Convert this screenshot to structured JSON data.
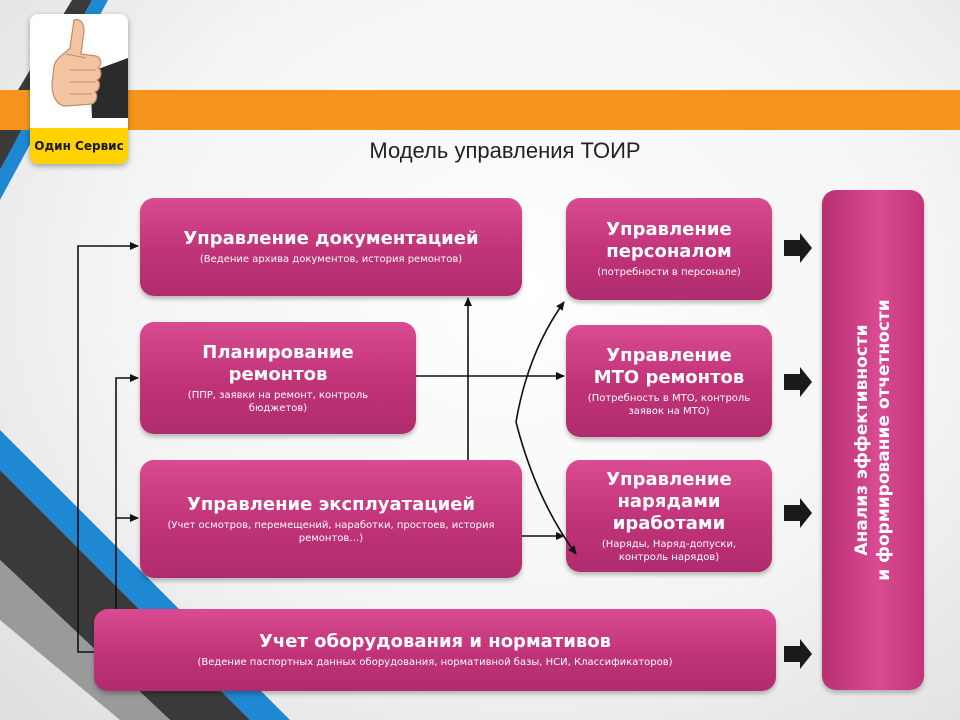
{
  "logo": {
    "brand": "Один Сервис"
  },
  "title": "Модель управления ТОИР",
  "boxes": {
    "documentation": {
      "title": "Управление документацией",
      "subtitle": "(Ведение архива документов, история ремонтов)"
    },
    "planning": {
      "title": "Планирование ремонтов",
      "subtitle": "(ППР, заявки на ремонт, контроль бюджетов)"
    },
    "operation": {
      "title": "Управление эксплуатацией",
      "subtitle": "(Учет осмотров, перемещений, наработки, простоев, история ремонтов…)"
    },
    "personnel": {
      "title": "Управление персоналом",
      "subtitle": "(потребности в персонале)"
    },
    "mto": {
      "title": "Управление МТО ремонтов",
      "subtitle": "(Потребность в МТО, контроль заявок на МТО)"
    },
    "orders": {
      "title": "Управление нарядами иработами",
      "subtitle": "(Наряды, Наряд-допуски, контроль нарядов)"
    },
    "equipment": {
      "title": "Учет оборудования и нормативов",
      "subtitle": "(Ведение паспортных данных оборудования, нормативной базы, НСИ, Классификаторов)"
    }
  },
  "analysis": {
    "line1": "Анализ эффективности",
    "line2": "и формирование отчетности"
  },
  "colors": {
    "box": "#c63a7f",
    "band": "#f7941d",
    "logo_label": "#ffd200",
    "stripe_blue": "#1e88d2",
    "stripe_dark": "#3a3a3a"
  }
}
